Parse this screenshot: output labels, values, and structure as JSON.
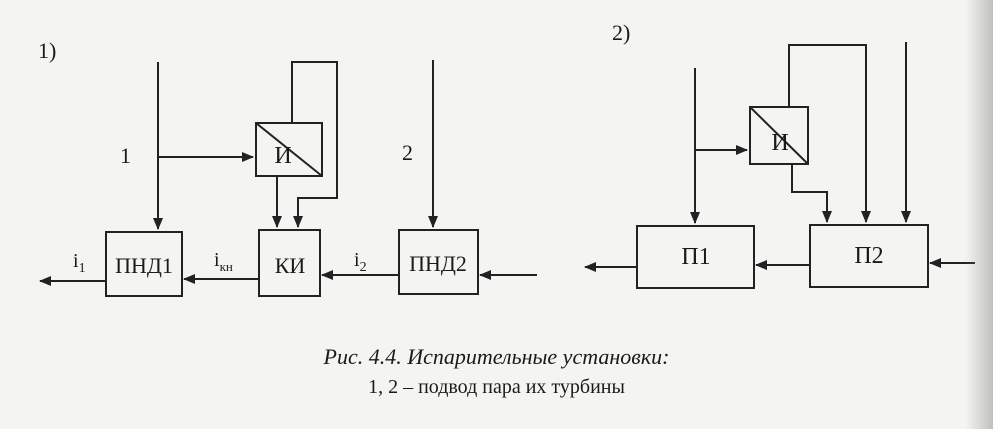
{
  "diagram1": {
    "label": "1)",
    "steam_input_1": "1",
    "steam_input_2": "2",
    "block_evaporator": "И",
    "block_pnd1": "ПНД1",
    "block_ki": "КИ",
    "block_pnd2": "ПНД2",
    "flow_i1": "i",
    "flow_i1_sub": "1",
    "flow_ikn": "i",
    "flow_ikn_sub": "кн",
    "flow_i2": "i",
    "flow_i2_sub": "2"
  },
  "diagram2": {
    "label": "2)",
    "block_evaporator": "И",
    "block_p1": "П1",
    "block_p2": "П2"
  },
  "caption": {
    "title": "Рис. 4.4. Испарительные установки:",
    "subtitle": "1, 2 – подвод пара их турбины"
  }
}
